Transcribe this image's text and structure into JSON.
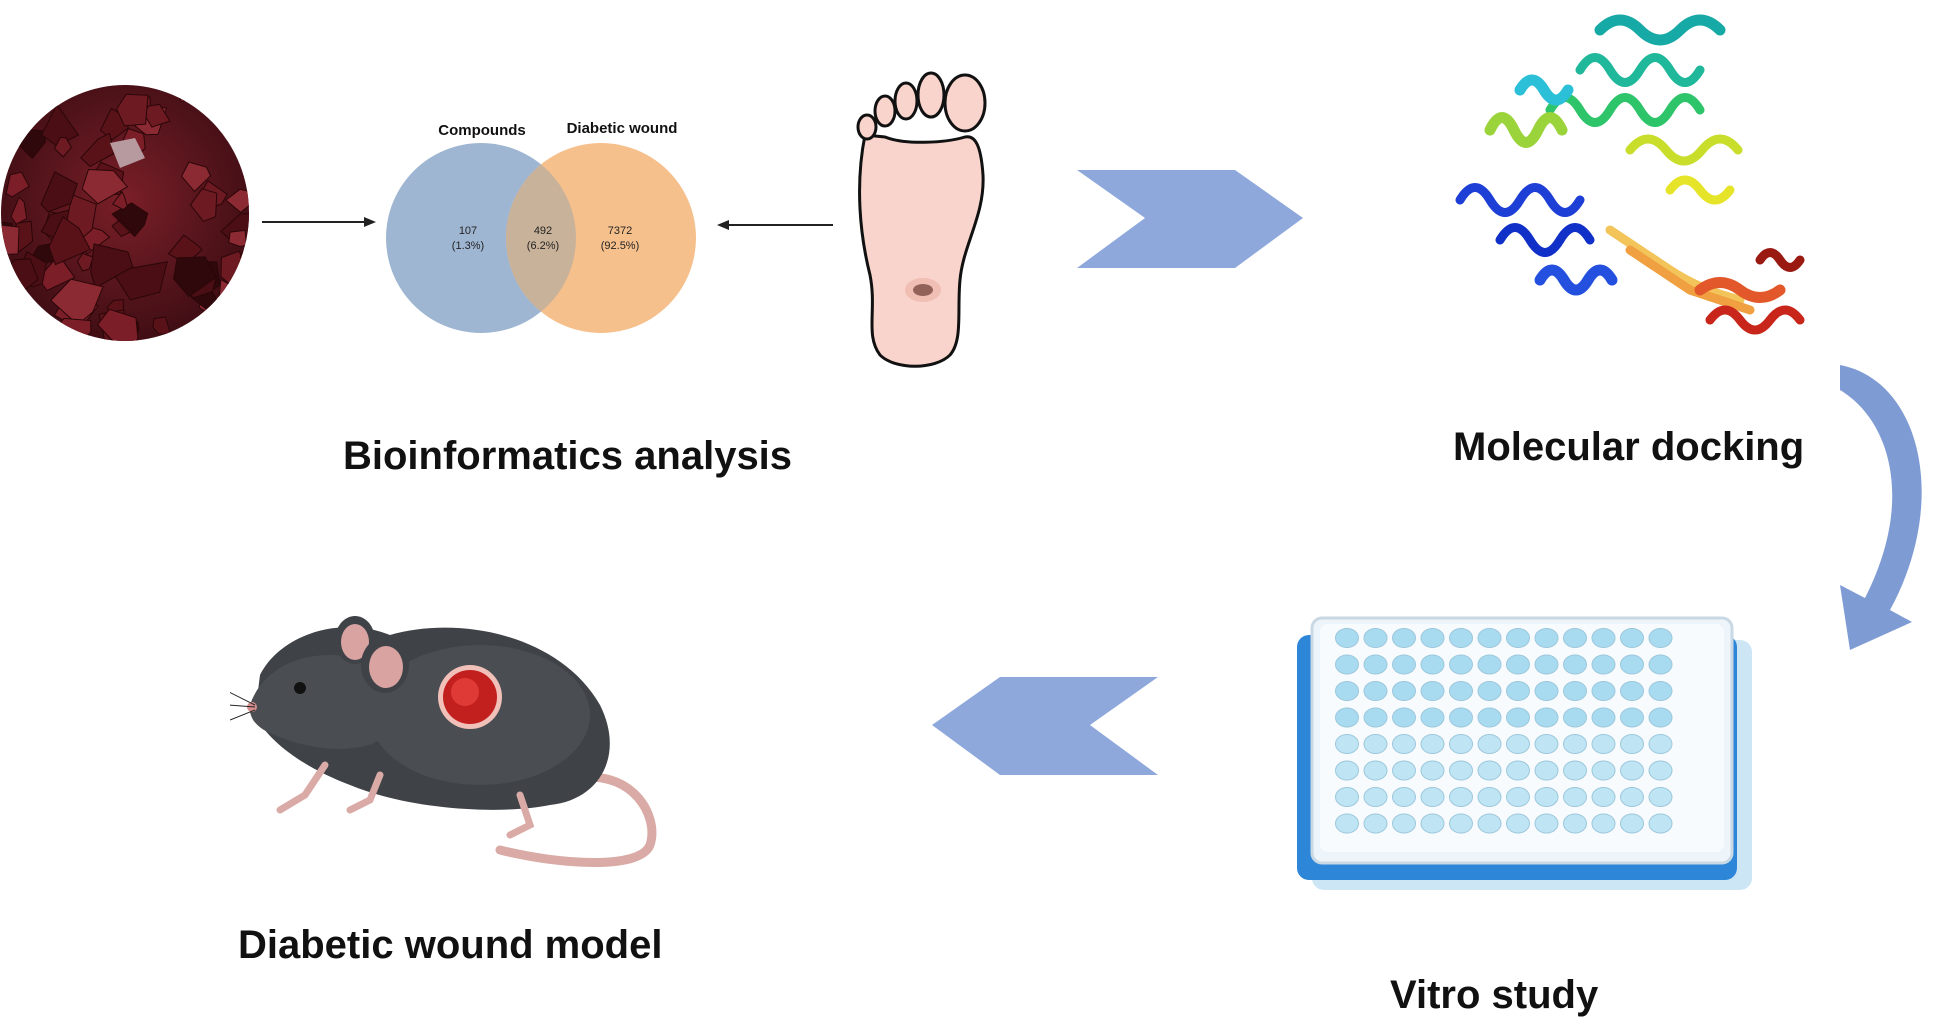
{
  "venn": {
    "left_label": "Compounds",
    "right_label": "Diabetic wound",
    "left_only_count": "107",
    "left_only_pct": "(1.3%)",
    "overlap_count": "492",
    "overlap_pct": "(6.2%)",
    "right_only_count": "7372",
    "right_only_pct": "(92.5%)",
    "left_color": "#9fb6d2",
    "right_color": "#f6c08c",
    "overlap_color": "#c9b29a"
  },
  "stages": {
    "bioinformatics": "Bioinformatics analysis",
    "docking": "Molecular docking",
    "vitro": "Vitro study",
    "model": "Diabetic wound model"
  },
  "icons": {
    "herb": "dried-herb-pieces-photo",
    "foot": "diabetic-foot-wound-icon",
    "protein": "protein-ribbon-structure",
    "plate": "96-well-plate",
    "mouse": "mouse-with-wound"
  },
  "colors": {
    "chevron": "#8ea8dc",
    "curved_arrow": "#7f9bd4",
    "plate_blue": "#2d86d8",
    "well_blue": "#a9dbf0"
  }
}
